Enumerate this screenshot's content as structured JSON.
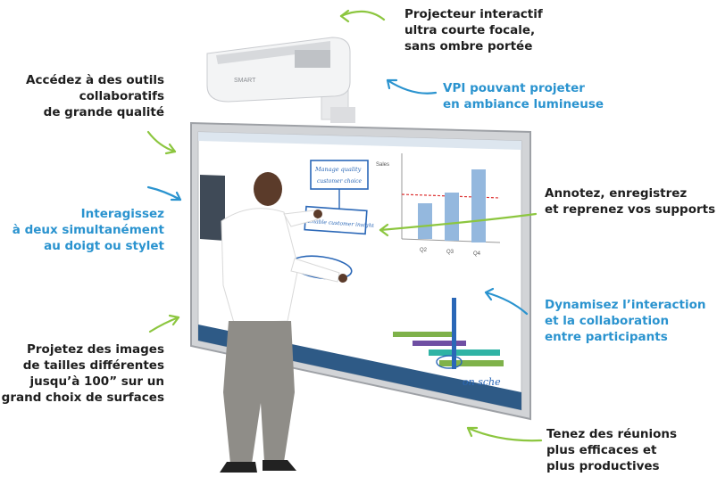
{
  "colors": {
    "dark_text": "#1e1e1e",
    "blue_text": "#2a93cf",
    "arrow_green": "#8cc63f",
    "arrow_blue": "#2a93cf"
  },
  "callouts": {
    "projector": {
      "lines": [
        "Projecteur interactif",
        "ultra courte focale,",
        "sans ombre portée"
      ],
      "color": "dark"
    },
    "bright_room": {
      "lines": [
        "VPI pouvant projeter",
        "en ambiance lumineuse"
      ],
      "color": "blue"
    },
    "tools": {
      "lines": [
        "Accédez à des outils",
        "collaboratifs",
        "de grande qualité"
      ],
      "color": "dark"
    },
    "dual_touch": {
      "lines": [
        "Interagissez",
        "à deux simultanément",
        "au doigt ou stylet"
      ],
      "color": "blue"
    },
    "annotate": {
      "lines": [
        "Annotez, enregistrez",
        "et reprenez vos supports"
      ],
      "color": "dark"
    },
    "dynamize": {
      "lines": [
        "Dynamisez l’interaction",
        "et la collaboration",
        "entre participants"
      ],
      "color": "blue"
    },
    "surfaces": {
      "lines": [
        "Projetez des images",
        "de tailles différentes",
        "jusqu’à 100” sur un",
        "grand choix de surfaces"
      ],
      "color": "dark"
    },
    "meetings": {
      "lines": [
        "Tenez des réunions",
        "plus efficaces et",
        "plus productives"
      ],
      "color": "dark"
    }
  },
  "board": {
    "brand": "SMART",
    "ink_notes": [
      "Manage quality",
      "customer choice",
      "Enable customer insight",
      "on sche"
    ],
    "chart_label": "Sales",
    "chart_ticks": [
      "Q2",
      "Q3",
      "Q4"
    ]
  }
}
